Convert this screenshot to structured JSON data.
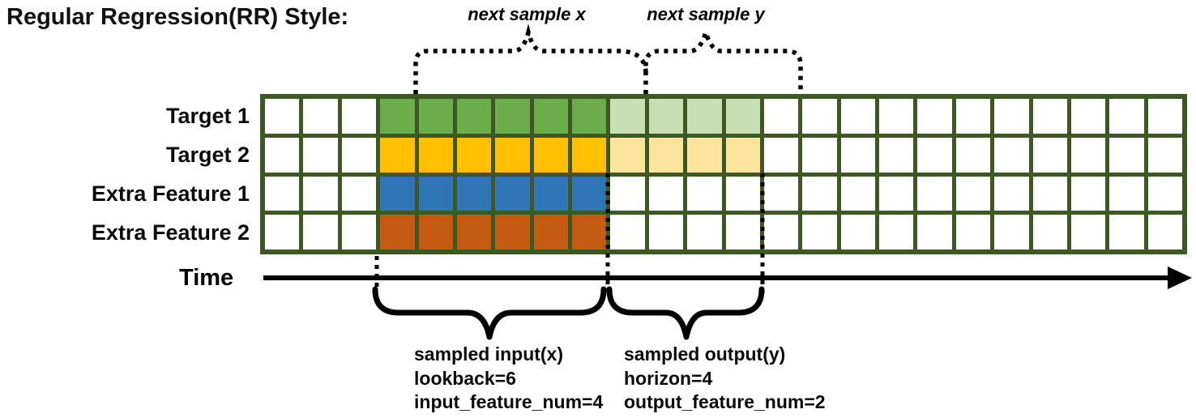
{
  "title": "Regular Regression(RR) Style:",
  "top_annotations": {
    "next_sample_x": "next sample x",
    "next_sample_y": "next sample y"
  },
  "grid": {
    "columns": 24,
    "border_color": "#3E5823",
    "cell_color": "#FFFFFF",
    "rows": [
      {
        "label": "Target 1",
        "fills": [
          {
            "start": 3,
            "count": 6,
            "color": "#6BAC4B"
          },
          {
            "start": 9,
            "count": 4,
            "color": "#C6DFB4"
          }
        ]
      },
      {
        "label": "Target 2",
        "fills": [
          {
            "start": 3,
            "count": 6,
            "color": "#FFC000"
          },
          {
            "start": 9,
            "count": 4,
            "color": "#FCE49C"
          }
        ]
      },
      {
        "label": "Extra Feature 1",
        "fills": [
          {
            "start": 3,
            "count": 6,
            "color": "#2E75B6"
          }
        ]
      },
      {
        "label": "Extra Feature 2",
        "fills": [
          {
            "start": 3,
            "count": 6,
            "color": "#C55A11"
          }
        ]
      }
    ]
  },
  "time_axis": {
    "label": "Time"
  },
  "bottom_annotations": {
    "input": {
      "lines": [
        "sampled input(x)",
        "lookback=6",
        "input_feature_num=4"
      ]
    },
    "output": {
      "lines": [
        "sampled output(y)",
        "horizon=4",
        "output_feature_num=2"
      ]
    }
  },
  "line_color": "#000000"
}
